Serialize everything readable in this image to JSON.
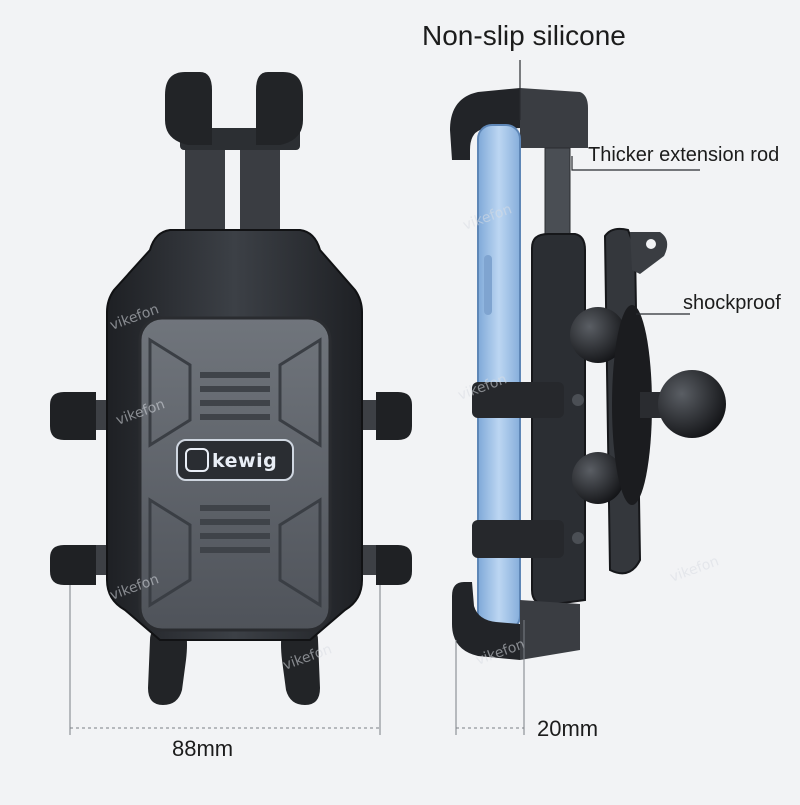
{
  "labels": {
    "feature_top": "Non-slip silicone",
    "feature_rod": "Thicker extension rod",
    "feature_shock": "shockproof",
    "width_front": "88mm",
    "depth_side": "20mm"
  },
  "brand": {
    "logo_text": "kewig",
    "watermark": "vikefon"
  },
  "colors": {
    "background": "#f2f3f5",
    "holder_body": "#2f3237",
    "panel": "#5b5f66",
    "phone_edge": "#9fc3ea"
  }
}
